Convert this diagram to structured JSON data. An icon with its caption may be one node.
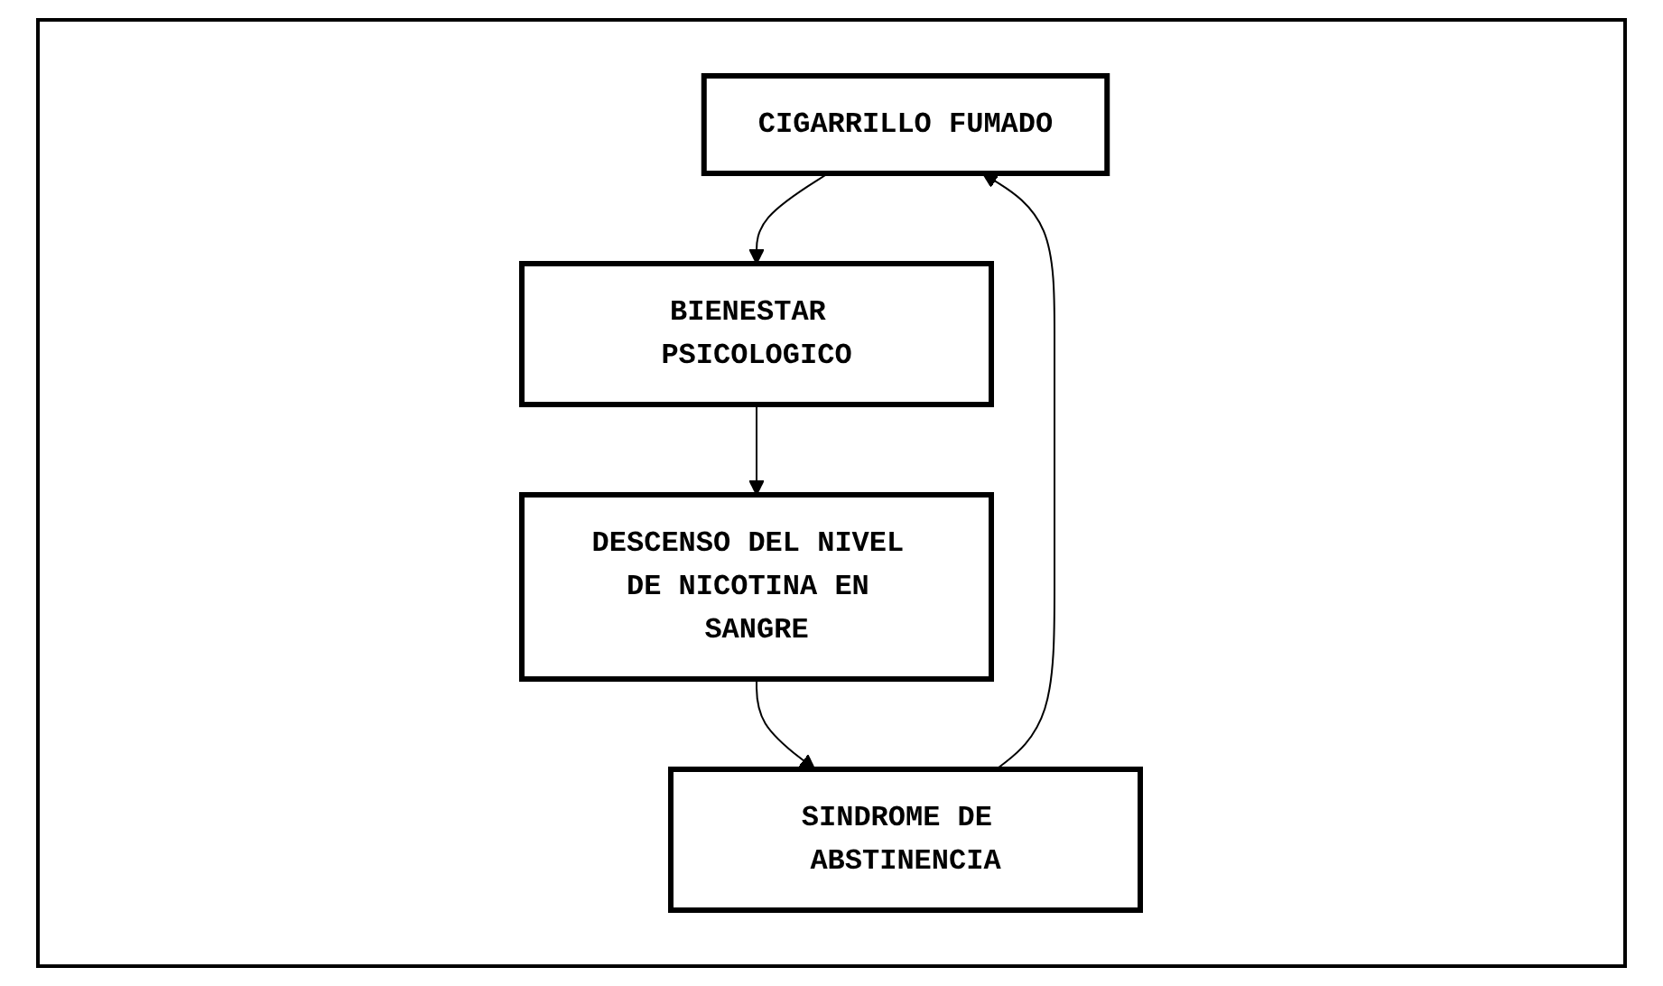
{
  "diagram": {
    "nodes": [
      {
        "text": [
          "CIGARRILLO FUMADO"
        ]
      },
      {
        "text": [
          "BIENESTAR PSICOLOGICO"
        ]
      },
      {
        "text": [
          "DESCENSO DEL NIVEL DE NICOTINA EN SANGRE"
        ]
      },
      {
        "text": [
          "SINDROME DE ABSTINENCIA"
        ]
      }
    ],
    "edges": [
      {
        "from": 0,
        "to": 1,
        "arrow": "to"
      },
      {
        "from": 1,
        "to": 2,
        "arrow": "to"
      },
      {
        "from": 2,
        "to": 3,
        "arrow": "to"
      },
      {
        "from": 3,
        "to": 0,
        "arrow": "to"
      }
    ]
  }
}
